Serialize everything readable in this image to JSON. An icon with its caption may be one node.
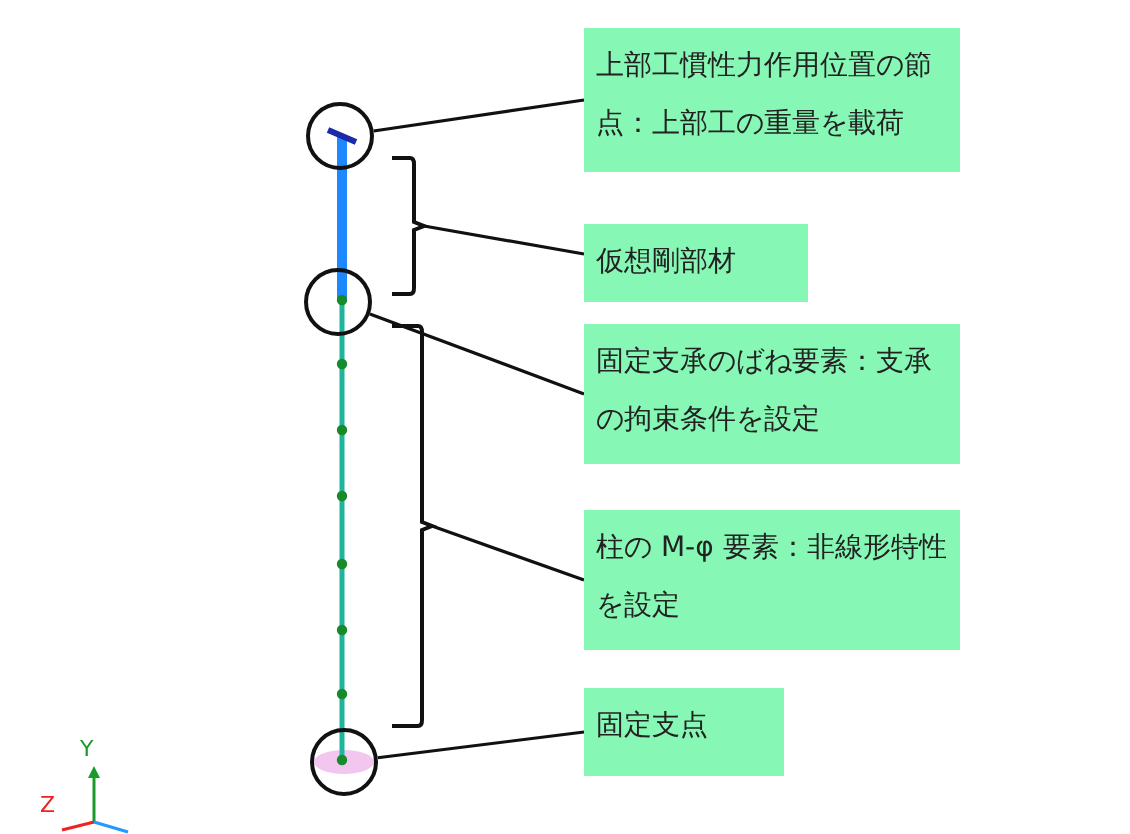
{
  "diagram": {
    "nodes": [
      {
        "text": [
          "上部工慣性力作用位置の節点：上部工の重量を載荷"
        ]
      },
      {
        "text": [
          "仮想剛部材"
        ]
      },
      {
        "text": [
          "固定支承のばね要素：支承の拘束条件を設定"
        ]
      },
      {
        "text": [
          "柱の M-φ 要素：非線形特性を設定"
        ]
      },
      {
        "text": [
          "固定支点"
        ]
      },
      {
        "text": [],
        "shape": "circle"
      },
      {
        "text": [],
        "shape": "bracket"
      },
      {
        "text": [],
        "shape": "circle"
      },
      {
        "text": [],
        "shape": "bracket"
      },
      {
        "text": [],
        "shape": "circle"
      }
    ],
    "edges": [
      {
        "from": 0,
        "to": 5,
        "arrow": "none"
      },
      {
        "from": 1,
        "to": 6,
        "arrow": "none"
      },
      {
        "from": 2,
        "to": 7,
        "arrow": "none"
      },
      {
        "from": 3,
        "to": 8,
        "arrow": "none"
      },
      {
        "from": 4,
        "to": 9,
        "arrow": "none"
      }
    ],
    "labels": [
      "Y",
      "Z"
    ]
  }
}
